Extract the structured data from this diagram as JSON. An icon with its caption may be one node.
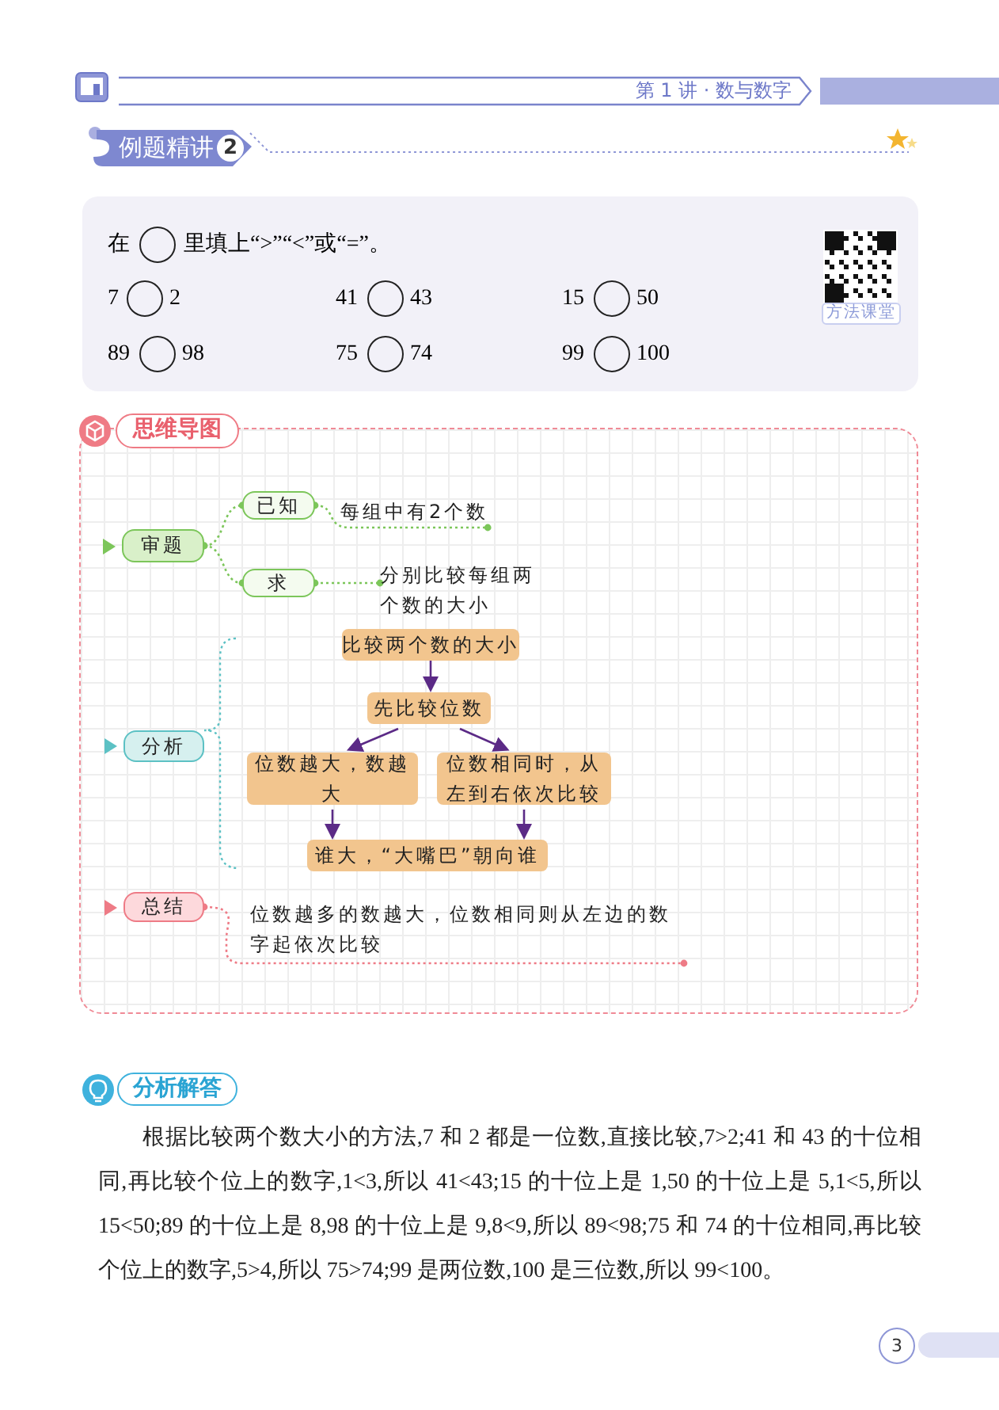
{
  "diagram": {
    "nodes": [
      {
        "text": [
          "审题"
        ]
      },
      {
        "text": [
          "已知"
        ]
      },
      {
        "text": [
          "每组中有2个数"
        ]
      },
      {
        "text": [
          "求"
        ]
      },
      {
        "text": [
          "分别比较每组两个数的大小"
        ]
      },
      {
        "text": [
          "分析"
        ]
      },
      {
        "text": [
          "比较两个数的大小"
        ]
      },
      {
        "text": [
          "先比较位数"
        ]
      },
      {
        "text": [
          "位数越大，数越大"
        ]
      },
      {
        "text": [
          "位数相同时，从左到右依次比较"
        ]
      },
      {
        "text": [
          "谁大，“大嘴巴”朝向谁"
        ]
      },
      {
        "text": [
          "总结"
        ]
      },
      {
        "text": [
          "位数越多的数越大，位数相同则从左边的数字起依次比较"
        ]
      }
    ],
    "edges": [
      {
        "from": 0,
        "to": 1,
        "arrow": "other",
        "style": "dashed",
        "color": "#7cc65a"
      },
      {
        "from": 0,
        "to": 3,
        "arrow": "other",
        "style": "dashed",
        "color": "#7cc65a"
      },
      {
        "from": 1,
        "to": 2,
        "arrow": "other",
        "style": "dashed",
        "color": "#7cc65a"
      },
      {
        "from": 3,
        "to": 4,
        "arrow": "other",
        "style": "dashed",
        "color": "#7cc65a"
      },
      {
        "from": 6,
        "to": 7,
        "arrow": "to"
      },
      {
        "from": 7,
        "to": 8,
        "arrow": "to"
      },
      {
        "from": 7,
        "to": 9,
        "arrow": "to"
      },
      {
        "from": 8,
        "to": 10,
        "arrow": "to"
      },
      {
        "from": 9,
        "to": 10,
        "arrow": "to"
      },
      {
        "from": 11,
        "to": 12,
        "arrow": "other",
        "style": "dashed",
        "color": "#ee7b86"
      }
    ],
    "labels": [
      "第 1 讲 · 数与数字",
      "例题精讲",
      "2",
      "在",
      "里填上“>”“<”或“=”。",
      "7",
      "2",
      "41",
      "43",
      "15",
      "50",
      "89",
      "98",
      "75",
      "74",
      "99",
      "100",
      "方法课堂",
      "思维导图",
      "分析解答",
      "根据比较两个数大小的方法,7 和 2 都是一位数,直接比较,7>2;41 和 43 的十位相同,再比较个位上的数字,1<3,所以 41<43;15 的十位上是 1,50 的十位上是 5,1<5,所以 15<50;89 的十位上是 8,98 的十位上是 9,8<9,所以 89<98;75 和 74 的十位相同,再比较个位上的数字,5>4,所以 75>74;99 是两位数,100 是三位数,所以 99<100。",
      "3"
    ]
  }
}
